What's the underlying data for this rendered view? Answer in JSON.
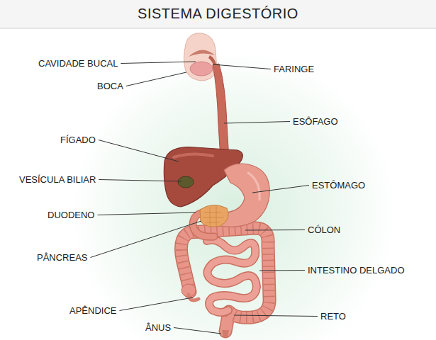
{
  "diagram": {
    "title": "SISTEMA DIGESTÓRIO",
    "labels": [
      "CAVIDADE BUCAL",
      "FARINGE",
      "BOCA",
      "ESÔFAGO",
      "FÍGADO",
      "VESÍCULA BILIAR",
      "ESTÔMAGO",
      "DUODENO",
      "CÓLON",
      "PÂNCREAS",
      "INTESTINO DELGADO",
      "APÊNDICE",
      "RETO",
      "ÂNUS"
    ]
  }
}
